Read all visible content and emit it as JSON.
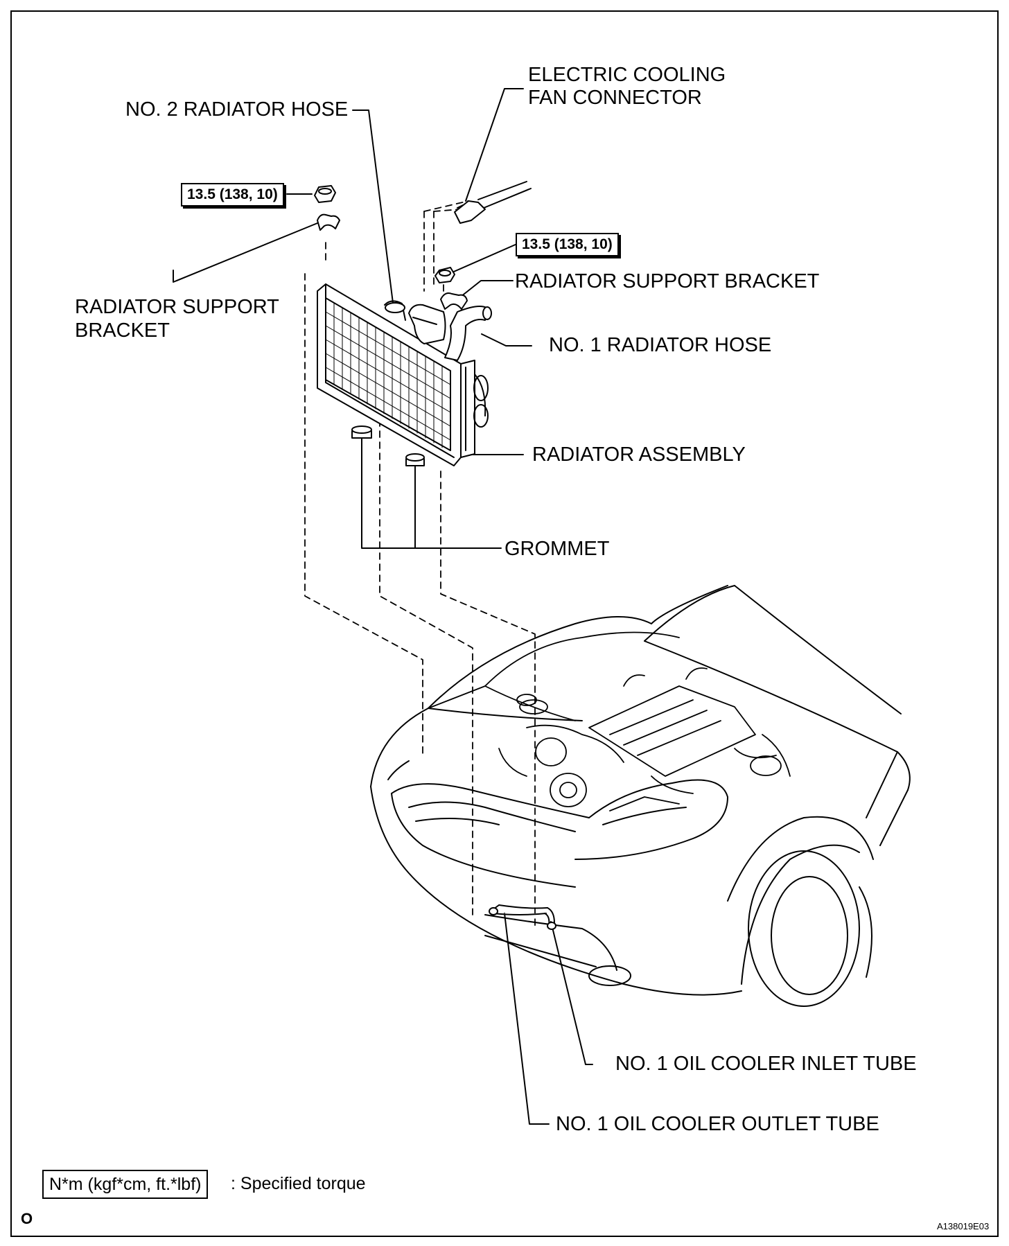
{
  "labels": {
    "electric_cooling_fan_connector_l1": "ELECTRIC COOLING",
    "electric_cooling_fan_connector_l2": "FAN CONNECTOR",
    "no2_radiator_hose": "NO. 2 RADIATOR HOSE",
    "radiator_support_bracket_left_l1": "RADIATOR SUPPORT",
    "radiator_support_bracket_left_l2": "BRACKET",
    "radiator_support_bracket_right": "RADIATOR SUPPORT BRACKET",
    "no1_radiator_hose": "NO. 1 RADIATOR HOSE",
    "radiator_assembly": "RADIATOR ASSEMBLY",
    "grommet": "GROMMET",
    "oil_cooler_inlet_tube": "NO. 1 OIL COOLER INLET TUBE",
    "oil_cooler_outlet_tube": "NO. 1 OIL COOLER OUTLET TUBE"
  },
  "torque": {
    "left": "13.5 (138, 10)",
    "right": "13.5 (138, 10)"
  },
  "legend": {
    "box": "N*m (kgf*cm, ft.*lbf)",
    "text": ": Specified torque"
  },
  "corner_mark": "O",
  "figure_code": "A138019E03"
}
